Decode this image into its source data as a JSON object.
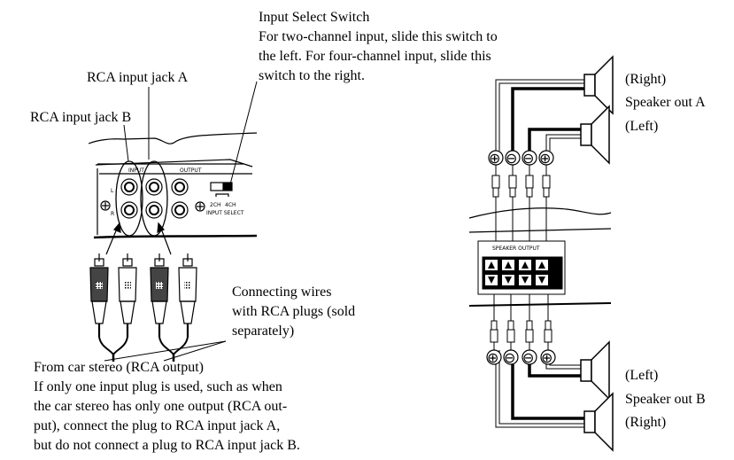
{
  "input_select": {
    "title": "Input Select Switch",
    "lines": [
      "For two-channel input, slide this switch to",
      "the left. For four-channel input, slide this",
      "switch to the right."
    ]
  },
  "rca_a": "RCA input jack A",
  "rca_b": "RCA input jack B",
  "wires": {
    "lines": [
      "Connecting wires",
      "with RCA plugs (sold",
      "separately)"
    ]
  },
  "car_stereo": {
    "lines": [
      "From car stereo (RCA output)",
      "If only one input plug is used, such as when",
      "the car stereo has only one output (RCA out-",
      "put), connect the plug to RCA input jack A,",
      "but do not connect a plug to RCA input jack B."
    ]
  },
  "speaker_a": {
    "top": "(Right)",
    "label": "Speaker out A",
    "bottom": "(Left)"
  },
  "speaker_b": {
    "top": "(Left)",
    "label": "Speaker out B",
    "bottom": "(Right)"
  },
  "amp_panel": {
    "input": "INPUT",
    "output": "OUTPUT",
    "input_select": "INPUT SELECT",
    "ch2": "2CH",
    "ch4": "4CH",
    "left": "L",
    "right": "R",
    "speaker_output": "SPEAKER OUTPUT"
  },
  "polarity": {
    "top": [
      "⊕",
      "⊖",
      "⊖",
      "⊕"
    ],
    "bottom": [
      "⊕",
      "⊖",
      "⊖",
      "⊕"
    ]
  }
}
